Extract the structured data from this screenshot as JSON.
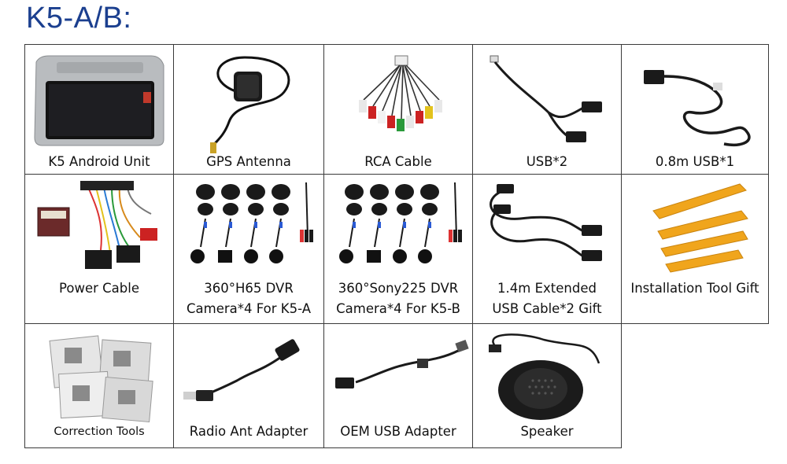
{
  "page_title": "K5-A/B:",
  "items": [
    {
      "label": "K5 Android Unit",
      "icon": "android-unit-image"
    },
    {
      "label": "GPS Antenna",
      "icon": "gps-antenna-image"
    },
    {
      "label": "RCA Cable",
      "icon": "rca-cable-image"
    },
    {
      "label": "USB*2",
      "icon": "usb-cable-image"
    },
    {
      "label": "0.8m USB*1",
      "icon": "usb-cable-image"
    },
    {
      "label": "Power Cable",
      "icon": "power-cable-image"
    },
    {
      "label_line1": "360°H65 DVR",
      "label_line2": "Camera*4 For K5-A",
      "icon": "dvr-camera-set-image"
    },
    {
      "label_line1": "360°Sony225 DVR",
      "label_line2": "Camera*4 For K5-B",
      "icon": "dvr-camera-set-image"
    },
    {
      "label_line1": "1.4m Extended",
      "label_line2": "USB Cable*2 Gift",
      "icon": "extended-usb-cable-image"
    },
    {
      "label": "Installation Tool Gift",
      "icon": "pry-tool-image"
    },
    {
      "label": "Correction Tools",
      "icon": "calibration-mat-image"
    },
    {
      "label": "Radio Ant Adapter",
      "icon": "radio-adapter-image"
    },
    {
      "label": "OEM USB Adapter",
      "icon": "oem-usb-adapter-image"
    },
    {
      "label": "Speaker",
      "icon": "speaker-image"
    }
  ]
}
